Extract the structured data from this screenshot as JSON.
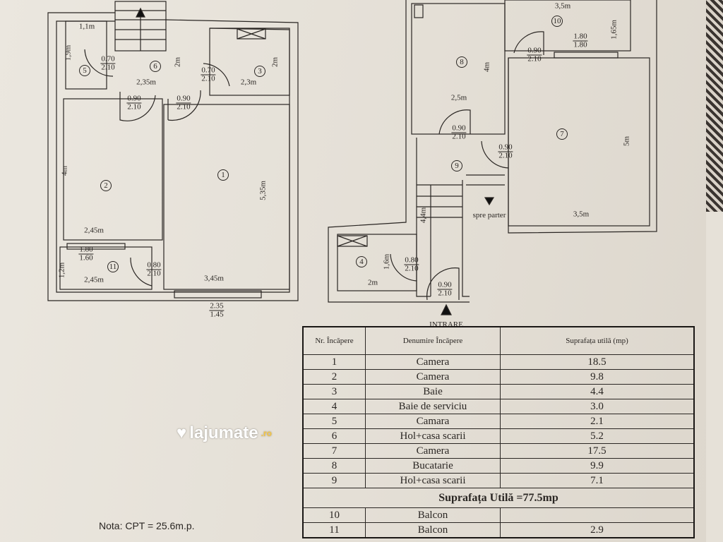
{
  "plan": {
    "rooms": [
      "5",
      "6",
      "3",
      "2",
      "1",
      "11",
      "10",
      "8",
      "7",
      "9",
      "4"
    ],
    "dimensions": [
      "1,1m",
      "1,9m",
      "2m",
      "2,35m",
      "2,3m",
      "2m",
      "4m",
      "2,45m",
      "5,35m",
      "2,45m",
      "3,45m",
      "1,2m",
      "3,5m",
      "1,65m",
      "4m",
      "2,5m",
      "5m",
      "4,4m",
      "3,5m",
      "1,6m",
      "2m"
    ],
    "openings": [
      {
        "w": "0.70",
        "h": "2.10"
      },
      {
        "w": "0.70",
        "h": "2.10"
      },
      {
        "w": "0.90",
        "h": "2.10"
      },
      {
        "w": "0.90",
        "h": "2.10"
      },
      {
        "w": "0.80",
        "h": "2.10"
      },
      {
        "w": "1.80",
        "h": "1.60"
      },
      {
        "w": "2.35",
        "h": "1.45"
      },
      {
        "w": "1.80",
        "h": "1.80"
      },
      {
        "w": "0.90",
        "h": "2.10"
      },
      {
        "w": "0.90",
        "h": "2.10"
      },
      {
        "w": "0.90",
        "h": "2.10"
      },
      {
        "w": "0.80",
        "h": "2.10"
      },
      {
        "w": "0.90",
        "h": "2.10"
      }
    ],
    "stairs_down": "spre parter",
    "entrance": "INTRARE"
  },
  "table": {
    "headers": [
      "Nr. Încăpere",
      "Denumire Încăpere",
      "Suprafața utilă (mp)"
    ],
    "rows": [
      [
        "1",
        "Camera",
        "18.5"
      ],
      [
        "2",
        "Camera",
        "9.8"
      ],
      [
        "3",
        "Baie",
        "4.4"
      ],
      [
        "4",
        "Baie de serviciu",
        "3.0"
      ],
      [
        "5",
        "Camara",
        "2.1"
      ],
      [
        "6",
        "Hol+casa scarii",
        "5.2"
      ],
      [
        "7",
        "Camera",
        "17.5"
      ],
      [
        "8",
        "Bucatarie",
        "9.9"
      ],
      [
        "9",
        "Hol+casa scarii",
        "7.1"
      ]
    ],
    "total": "Suprafața Utilă =77.5mp",
    "extra_rows": [
      [
        "10",
        "Balcon",
        ""
      ],
      [
        "11",
        "Balcon",
        "2.9"
      ]
    ]
  },
  "nota": "Nota:  CPT = 25.6m.p.",
  "watermark": {
    "name": "lajumate",
    "tld": ".ro"
  }
}
